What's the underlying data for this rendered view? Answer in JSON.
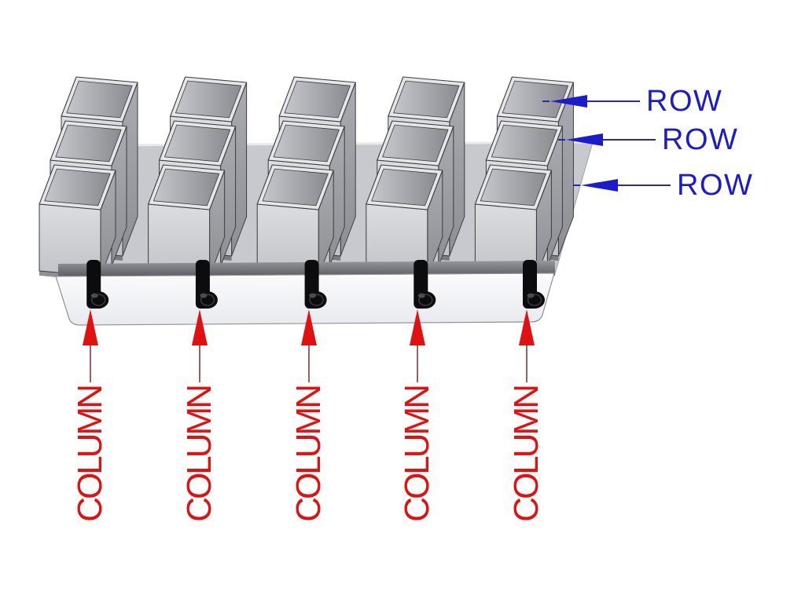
{
  "diagram": {
    "grid": {
      "rows": 3,
      "columns": 5,
      "bin_count": 15
    },
    "row_labels": [
      "ROW",
      "ROW",
      "ROW"
    ],
    "column_labels": [
      "COLUMN",
      "COLUMN",
      "COLUMN",
      "COLUMN",
      "COLUMN"
    ],
    "colors": {
      "row_label": "#1c1ccd",
      "row_leader": "#2a2aa8",
      "column_label": "#e01111",
      "column_leader": "#9b6060",
      "edge": "#3b3c41",
      "bin_face_light": "#dcdde0",
      "bin_face_dark": "#c2c3c8",
      "bin_side_light": "#aaabb0",
      "bin_side_dark": "#8e8f94",
      "bin_rim": "#e6e6e9",
      "bin_interior_light": "#c6c7cc",
      "bin_interior_dark": "#8a8b91",
      "floor": "#c7c9cf",
      "shadow_light": "#96979d",
      "shadow_dark": "#54555b",
      "plate_light": "#fbfbfc",
      "plate_dark": "#e9eaee",
      "clip": "#0c0c0e",
      "background": "#ffffff"
    }
  }
}
